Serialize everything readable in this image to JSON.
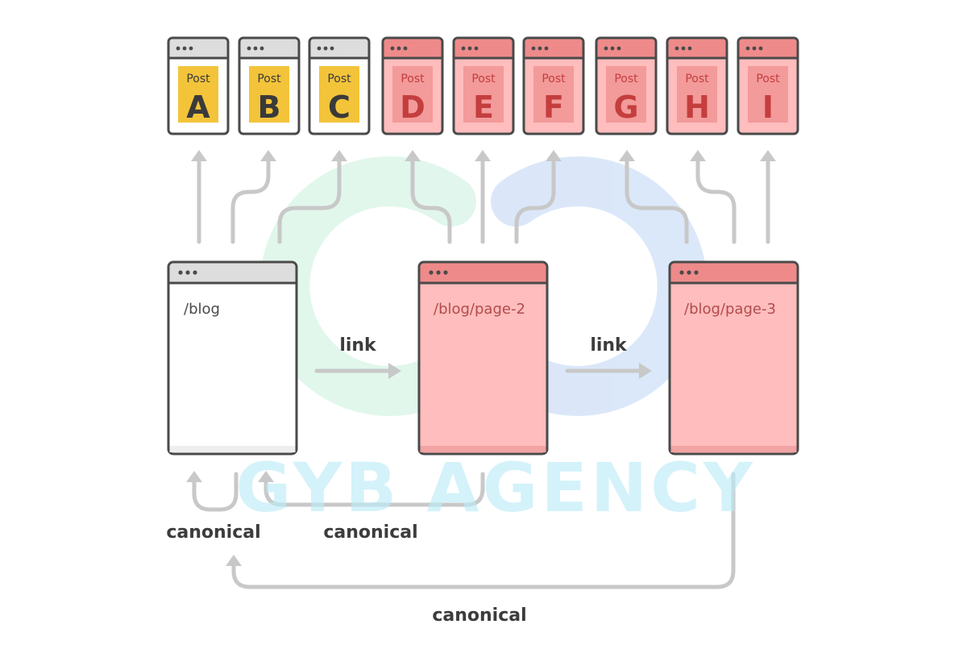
{
  "posts": [
    {
      "prefix": "Post",
      "letter": "A",
      "tone": "gold"
    },
    {
      "prefix": "Post",
      "letter": "B",
      "tone": "gold"
    },
    {
      "prefix": "Post",
      "letter": "C",
      "tone": "gold"
    },
    {
      "prefix": "Post",
      "letter": "D",
      "tone": "red"
    },
    {
      "prefix": "Post",
      "letter": "E",
      "tone": "red"
    },
    {
      "prefix": "Post",
      "letter": "F",
      "tone": "red"
    },
    {
      "prefix": "Post",
      "letter": "G",
      "tone": "red"
    },
    {
      "prefix": "Post",
      "letter": "H",
      "tone": "red"
    },
    {
      "prefix": "Post",
      "letter": "I",
      "tone": "red"
    }
  ],
  "pages": [
    {
      "path": "/blog",
      "tone": "white"
    },
    {
      "path": "/blog/page-2",
      "tone": "red"
    },
    {
      "path": "/blog/page-3",
      "tone": "red"
    }
  ],
  "links": {
    "label_1": "link",
    "label_2": "link"
  },
  "canonicals": {
    "label_1": "canonical",
    "label_2": "canonical",
    "label_3": "canonical"
  },
  "watermark": {
    "text": "GYB AGENCY"
  },
  "colors": {
    "outline": "#4a4a4a",
    "arrow": "#c8c8c8",
    "gold_fill": "#f3c43a",
    "gold_letter": "#3a3a3a",
    "red_bg": "#ffbdbd",
    "red_bar": "#ee8a8a",
    "red_card": "#f39a9a",
    "red_letter": "#c43e3e",
    "red_text": "#b24c4c",
    "grey_bar": "#dddddd",
    "label": "#3c3c3c",
    "wm_green": "#d7f4e6",
    "wm_blue": "#cfe0f8",
    "wm_cyan": "#bdebf7"
  }
}
